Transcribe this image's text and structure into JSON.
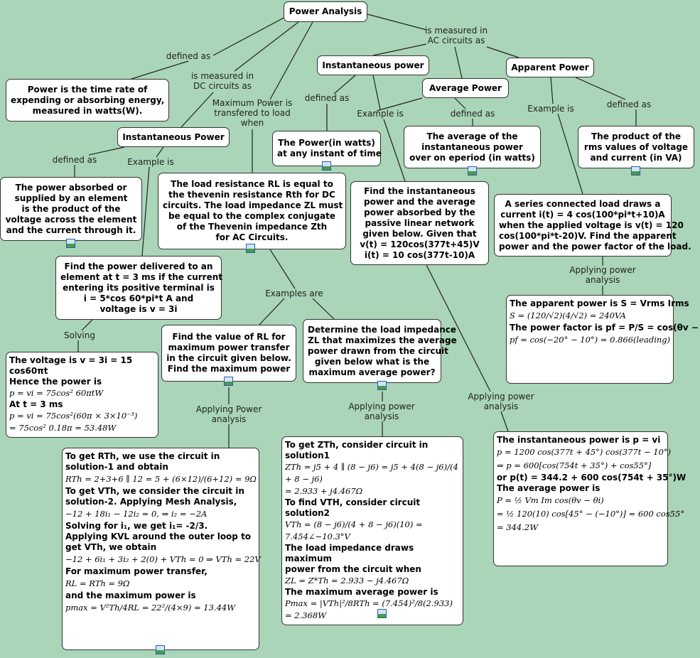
{
  "title": "Power Analysis",
  "nodes": {
    "root": {
      "name": "root-node-power-analysis",
      "lines": [
        {
          "text": "Power Analysis"
        }
      ]
    },
    "def-power": {
      "name": "node-power-definition",
      "lines": [
        {
          "text": "Power is the time rate of"
        },
        {
          "text": "expending or absorbing energy,"
        },
        {
          "text": "measured in watts(W)."
        }
      ]
    },
    "inst-dc": {
      "name": "node-instantaneous-power-dc",
      "lines": [
        {
          "text": "Instantaneous Power"
        }
      ]
    },
    "inst-ac": {
      "name": "node-instantaneous-power-ac",
      "lines": [
        {
          "text": "Instantaneous power"
        }
      ]
    },
    "avg": {
      "name": "node-average-power",
      "lines": [
        {
          "text": "Average Power"
        }
      ]
    },
    "apparent": {
      "name": "node-apparent-power",
      "lines": [
        {
          "text": "Apparent Power"
        }
      ]
    },
    "inst-ac-def": {
      "name": "node-instantaneous-ac-definition",
      "lines": [
        {
          "text": "The Power(in watts)"
        },
        {
          "text": "at any instant of time"
        }
      ]
    },
    "avg-def": {
      "name": "node-average-definition",
      "lines": [
        {
          "text": "The average of the"
        },
        {
          "text": "instantaneous power"
        },
        {
          "text": "over on eperiod (in watts)"
        }
      ]
    },
    "app-def": {
      "name": "node-apparent-definition",
      "lines": [
        {
          "text": "The product of the"
        },
        {
          "text": "rms values of voltage"
        },
        {
          "text": "and current (in VA)"
        }
      ]
    },
    "inst-dc-def": {
      "name": "node-instantaneous-dc-definition",
      "lines": [
        {
          "text": "The power absorbed or"
        },
        {
          "text": "supplied by an element"
        },
        {
          "text": "is the product of the"
        },
        {
          "text": "voltage across the element"
        },
        {
          "text": "and the current through it."
        }
      ]
    },
    "maxp-cond": {
      "name": "node-max-power-condition",
      "lines": [
        {
          "text": "The load resistance RL is equal to"
        },
        {
          "text": "the thevenin resistance Rth for DC"
        },
        {
          "text": "circuits. The load impedance ZL must"
        },
        {
          "text": "be equal to the complex conjugate"
        },
        {
          "text": "of the Thevenin impedance Zth"
        },
        {
          "text": "for AC Circuits."
        }
      ]
    },
    "inst-ac-ex": {
      "name": "node-instantaneous-ac-example",
      "lines": [
        {
          "text": "Find the instantaneous"
        },
        {
          "text": "power and the average"
        },
        {
          "text": "power absorbed by the"
        },
        {
          "text": "passive linear network"
        },
        {
          "text": "given below. Given that"
        },
        {
          "text": "v(t) = 120cos(377t+45)V"
        },
        {
          "text": "i(t) = 10 cos(377t-10)A"
        }
      ]
    },
    "app-ex": {
      "name": "node-apparent-example",
      "lines": [
        {
          "text": "A series connected load draws a"
        },
        {
          "text": "current i(t) = 4 cos(100*pi*t+10)A"
        },
        {
          "text": "when the applied voltage is v(t) = 120"
        },
        {
          "text": "cos(100*pi*t-20)V. Find the apparent"
        },
        {
          "text": "power and the power factor of the load."
        }
      ]
    },
    "inst-dc-ex": {
      "name": "node-instantaneous-dc-example",
      "lines": [
        {
          "text": "Find the power delivered to an"
        },
        {
          "text": "element at t = 3 ms if the current"
        },
        {
          "text": "entering its positive terminal is"
        },
        {
          "text": "i = 5*cos 60*pi*t A and"
        },
        {
          "text": "voltage is v = 3i"
        }
      ]
    },
    "dc-sol": {
      "name": "node-dc-solution",
      "lines": [
        {
          "text": "The voltage is  v = 3i = 15 cos60πt"
        },
        {
          "text": "Hence the power is"
        },
        {
          "text": "p = vi = 75cos² 60πtW",
          "kind": "math"
        },
        {
          "text": "At t = 3 ms"
        },
        {
          "text": "p = vi = 75cos²(60π × 3×10⁻³)",
          "kind": "math"
        },
        {
          "text": "= 75cos² 0.18π = 53.48W",
          "kind": "math"
        }
      ]
    },
    "rl-ex": {
      "name": "node-rl-example",
      "lines": [
        {
          "text": "Find the value of RL for"
        },
        {
          "text": "maximum power transfer"
        },
        {
          "text": "in the circuit given below."
        },
        {
          "text": "Find the maximum power"
        }
      ]
    },
    "zl-ex": {
      "name": "node-zl-example",
      "lines": [
        {
          "text": "Determine the load impedance"
        },
        {
          "text": "ZL that maximizes the average"
        },
        {
          "text": "power drawn from the circuit"
        },
        {
          "text": "given below what is the"
        },
        {
          "text": "maximum average power?"
        }
      ]
    },
    "app-sol": {
      "name": "node-apparent-solution",
      "lines": [
        {
          "text": "The apparent power is  S = Vrms Irms"
        },
        {
          "text": "S = (120/√2)(4/√2) = 240VA",
          "kind": "math"
        },
        {
          "text": "The power factor is  pf = P/S = cos(θv − θi)"
        },
        {
          "text": "pf = cos(−20° − 10°) = 0.866(leading)",
          "kind": "math"
        }
      ]
    },
    "rl-sol": {
      "name": "node-rl-solution",
      "lines": [
        {
          "text": "To get RTh, we use the circuit in"
        },
        {
          "text": "solution-1 and obtain"
        },
        {
          "text": "RTh = 2+3+6 ∥ 12 = 5 + (6×12)/(6+12) = 9Ω",
          "kind": "math"
        },
        {
          "text": "To get VTh, we consider the circuit in"
        },
        {
          "text": "solution-2. Applying Mesh Analysis,"
        },
        {
          "text": "−12 + 18i₁ − 12i₂ = 0, ⇒ i₂ = −2A",
          "kind": "math"
        },
        {
          "text": "Solving for i₁, we get i₁= -2/3."
        },
        {
          "text": "Applying KVL around the outer loop to"
        },
        {
          "text": "get VTh, we obtain"
        },
        {
          "text": "−12 + 6i₁ + 3i₂ + 2(0) + VTh = 0 ⇒ VTh = 22V",
          "kind": "math"
        },
        {
          "text": "For maximum power transfer,"
        },
        {
          "text": "RL = RTh = 9Ω",
          "kind": "math"
        },
        {
          "text": "and the maximum power is"
        },
        {
          "text": "pmax = V²Th/4RL = 22²/(4×9) = 13.44W",
          "kind": "math"
        }
      ]
    },
    "zl-sol": {
      "name": "node-zl-solution",
      "lines": [
        {
          "text": "To get ZTh, consider circuit in solution1"
        },
        {
          "text": "ZTh = j5 + 4 ∥ (8 − j6) = j5 + 4(8 − j6)/(4 + 8 − j6)",
          "kind": "math"
        },
        {
          "text": "= 2.933 + j4.467Ω",
          "kind": "math"
        },
        {
          "text": "To find VTH, consider circuit solution2"
        },
        {
          "text": "VTh = (8 − j6)/(4 + 8 − j6)(10) = 7.454∠−10.3°V",
          "kind": "math"
        },
        {
          "text": "The load impedance draws maximum"
        },
        {
          "text": "power from the circuit when"
        },
        {
          "text": "ZL = Z*Th = 2.933 − j4.467Ω",
          "kind": "math"
        },
        {
          "text": "The maximum average power is"
        },
        {
          "text": "Pmax = |VTh|²/8RTh = (7.454)²/8(2.933) = 2.368W",
          "kind": "math"
        }
      ]
    },
    "ac-sol": {
      "name": "node-ac-solution",
      "lines": [
        {
          "text": "The instantaneous power is  p = vi"
        },
        {
          "text": "p = 1200 cos(377t + 45°) cos(377t − 10°)",
          "kind": "math"
        },
        {
          "text": "⇒ p = 600[cos(754t + 35°) + cos55°]",
          "kind": "math"
        },
        {
          "text": "or  p(t) = 344.2 + 600 cos(754t + 35°)W"
        },
        {
          "text": "The average power is"
        },
        {
          "text": "P = ½ Vm Im cos(θv − θi)",
          "kind": "math"
        },
        {
          "text": "= ½ 120(10) cos[45° − (−10°)] = 600 cos55°",
          "kind": "math"
        },
        {
          "text": "= 344.2W",
          "kind": "math"
        }
      ]
    }
  },
  "labels": [
    {
      "id": "l1",
      "lines": [
        "defined as"
      ]
    },
    {
      "id": "l2",
      "lines": [
        "is measured in",
        "DC circuits as"
      ]
    },
    {
      "id": "l3",
      "lines": [
        "is measured in",
        "AC circuits as"
      ]
    },
    {
      "id": "l4",
      "lines": [
        "Maximum Power is",
        "transfered to load",
        "when"
      ]
    },
    {
      "id": "l5",
      "lines": [
        "defined as"
      ]
    },
    {
      "id": "l6",
      "lines": [
        "Example is"
      ]
    },
    {
      "id": "l7",
      "lines": [
        "defined as"
      ]
    },
    {
      "id": "l8",
      "lines": [
        "Example is"
      ]
    },
    {
      "id": "l9",
      "lines": [
        "defined as"
      ]
    },
    {
      "id": "l10",
      "lines": [
        "defined as"
      ]
    },
    {
      "id": "l11",
      "lines": [
        "Example is"
      ]
    },
    {
      "id": "l12",
      "lines": [
        "Examples are"
      ]
    },
    {
      "id": "l13",
      "lines": [
        "Solving"
      ]
    },
    {
      "id": "l14",
      "lines": [
        "Applying power",
        "analysis"
      ]
    },
    {
      "id": "l15",
      "lines": [
        "Applying Power",
        "analysis"
      ]
    },
    {
      "id": "l16",
      "lines": [
        "Applying power",
        "analysis"
      ]
    },
    {
      "id": "l17",
      "lines": [
        "Applying power",
        "analysis"
      ]
    }
  ],
  "attachment_icon": "image-attachment-icon"
}
